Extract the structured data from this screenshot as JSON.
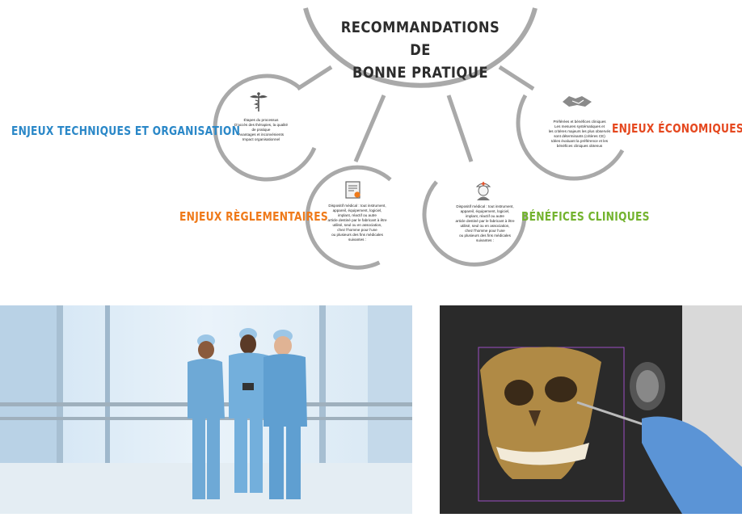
{
  "colors": {
    "arc": "#a9a9a9",
    "title": "#2c2c2c",
    "technique": "#2b88c8",
    "reglementaire": "#ef7a1a",
    "clinique": "#73b32e",
    "economique": "#e5481f"
  },
  "title": "RECOMMANDATIONS DE\nBONNE PRATIQUE",
  "nodes": {
    "technique": {
      "label": "ENJEUX TECHNIQUES ET ORGANISATION",
      "icon": "caduceus-icon",
      "desc": "Étapes du processus\nD'accès des thérapies, la qualité\nde pratique\nAvantages et inconvénients\nImpact organisationnel"
    },
    "reglementaire": {
      "label": "ENJEUX RÈGLEMENTAIRES",
      "icon": "certificate-icon",
      "desc": "Dispositif médical : tout instrument,\nappareil, équipement, logiciel,\nimplant, réactif ou autre\narticle destiné par le fabricant à être\nutilisé, seul ou en association,\nchez l'homme pour l'une\nou plusieurs des fins médicales\nsuivantes :"
    },
    "clinique": {
      "label": "BÉNÉFICES CLINIQUES",
      "icon": "nurse-icon",
      "desc": "Dispositif médical : tout instrument,\nappareil, équipement, logiciel,\nimplant, réactif ou autre\narticle destiné par le fabricant à être\nutilisé, seul ou en association,\nchez l'homme pour l'une\nou plusieurs des fins médicales\nsuivantes :"
    },
    "economique": {
      "label": "ENJEUX ÉCONOMIQUES",
      "icon": "handshake-icon",
      "desc": "Préférées et bénéfices cliniques\nLes mesures systématiques et\nles critères majeurs les plus observés\nsont déterminants (critères CE)\nIdées évaluant la préférence et les\nbénéfices cliniques obtenus"
    }
  }
}
